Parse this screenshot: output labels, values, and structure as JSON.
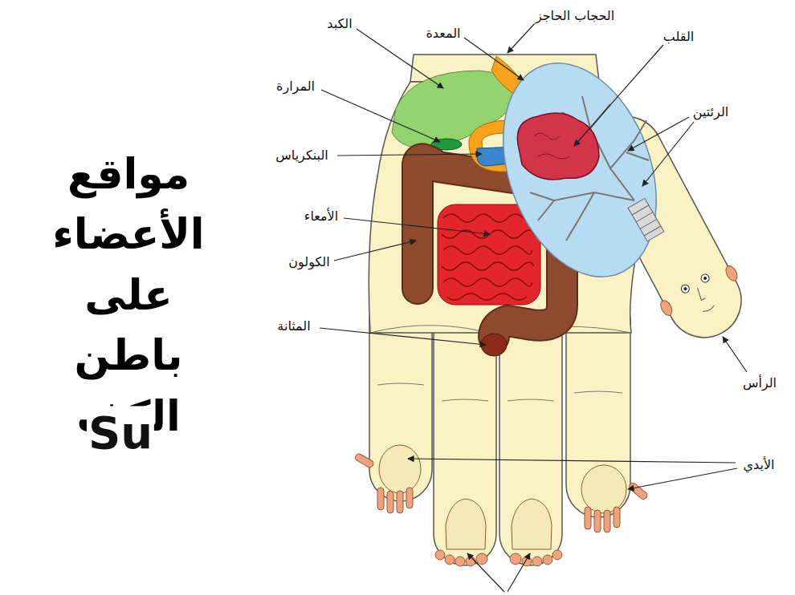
{
  "diagram": {
    "title": "مواقع الأعضاء على باطن الكف",
    "labels": [
      "الكبد",
      "المعدة",
      "الحجاب الحاجز",
      "القلب",
      "المرارة",
      "الرئتين",
      "البنكرياس",
      "الأمعاء",
      "الكولون",
      "المثانة",
      "الرأس",
      "الأيدي",
      "Su"
    ]
  }
}
